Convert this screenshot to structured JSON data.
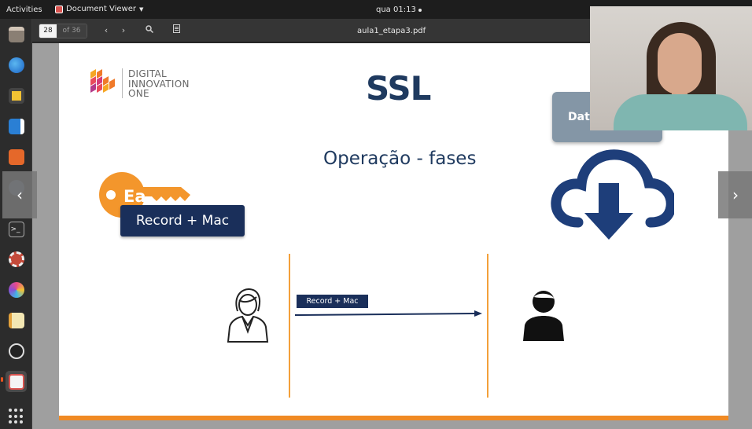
{
  "topbar": {
    "activities": "Activities",
    "app_name": "Document Viewer",
    "clock": "qua 01:13"
  },
  "dock": {
    "items": [
      "files-icon",
      "browser-icon",
      "audio-icon",
      "writer-icon",
      "software-center-icon",
      "settings-icon",
      "terminal-icon",
      "tools-icon",
      "color-icon",
      "notes-icon",
      "obs-icon",
      "document-viewer-icon"
    ]
  },
  "viewer": {
    "page_number": "28",
    "page_of": "of 36",
    "title": "aula1_etapa3.pdf"
  },
  "slide": {
    "logo_lines": [
      "DIGITAL",
      "INNOVATION",
      "ONE"
    ],
    "title": "SSL",
    "subtitle": "Operação - fases",
    "key_label": "Ea",
    "record_mac_big": "Record + Mac",
    "record_mac_small": "Record + Mac",
    "data_box": "Data",
    "accent_color": "#f08a24",
    "navy_color": "#1a2f5a"
  },
  "nav": {
    "prev": "‹",
    "next": "›"
  }
}
